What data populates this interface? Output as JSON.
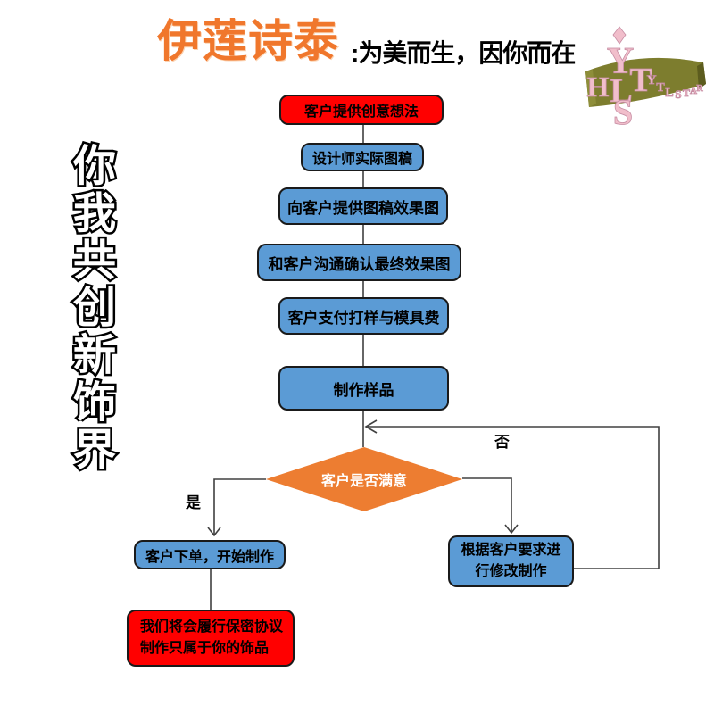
{
  "header": {
    "brand": "伊莲诗泰",
    "slogan": ":为美而生，因你而在"
  },
  "logo": {
    "monogram": [
      "Y",
      "H",
      "L",
      "T",
      "S"
    ],
    "band_letters": [
      "Y",
      "T",
      "L",
      "S",
      "T",
      "A",
      "R"
    ]
  },
  "side_slogan": {
    "chars": [
      "你",
      "我",
      "共",
      "创",
      "新",
      "饰",
      "界"
    ]
  },
  "flowchart": {
    "nodes": {
      "idea": "客户提供创意想法",
      "draft": "设计师实际图稿",
      "provide_render": "向客户提供图稿效果图",
      "confirm_render": "和客户沟通确认最终效果图",
      "pay_fee": "客户支付打样与模具费",
      "make_sample": "制作样品",
      "decision": "客户是否满意",
      "order": "客户下单，开始制作",
      "nda": "我们将会履行保密协议\n制作只属于你的饰品",
      "modify": "根据客户要求进\n行修改制作"
    },
    "branch_labels": {
      "yes": "是",
      "no": "否"
    },
    "colors": {
      "highlight_red": "#FF0000",
      "process_blue": "#5B9BD5",
      "decision_orange": "#ED7D31",
      "line_gray": "#404040",
      "brand_orange": "#F0772C",
      "logo_pink": "#F1BECB",
      "logo_olive": "#7D7D2E"
    }
  }
}
